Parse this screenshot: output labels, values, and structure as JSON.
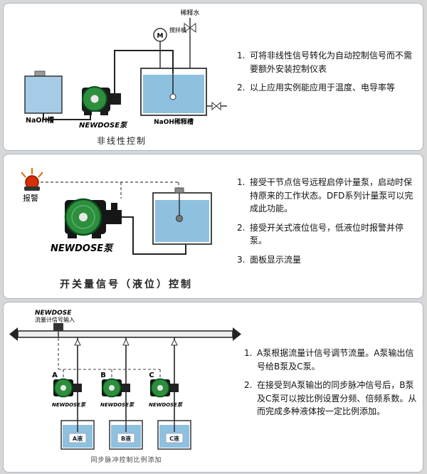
{
  "colors": {
    "water": "#8ec1e0",
    "water_light": "#a6cbe6",
    "pump_green": "#2d8e3e",
    "alarm_red": "#d83000",
    "panel_border": "#a9b7c7"
  },
  "panels": [
    {
      "caption": "非线性控制",
      "labels": {
        "dilution_water": "稀释水",
        "motor": "M",
        "mixer": "搅拌机",
        "tank_left": "NaOH槽",
        "pump": "NEWDOSE泵",
        "tank_right": "NaOH稀释槽"
      },
      "notes": [
        {
          "n": "1.",
          "t": "可将非线性信号转化为自动控制信号而不需要额外安装控制仪表"
        },
        {
          "n": "2.",
          "t": "以上应用实例能应用于温度、电导率等"
        }
      ]
    },
    {
      "caption": "开关量信号（液位）控制",
      "labels": {
        "alarm": "报警",
        "pump": "NEWDOSE泵"
      },
      "notes": [
        {
          "n": "1.",
          "t": "接受干节点信号远程启停计量泵，启动时保持原来的工作状态。DFD系列计量泵可以完成此功能。"
        },
        {
          "n": "2.",
          "t": "接受开关式液位信号，低液位时报警并停泵。"
        },
        {
          "n": "3.",
          "t": "面板显示流量"
        }
      ]
    },
    {
      "caption": "同步脉冲控制比例添加",
      "labels": {
        "brand": "NEWDOSE",
        "flowmeter_signal": "流量计信号输入",
        "pump_a": "A",
        "pump_b": "B",
        "pump_c": "C",
        "pump_name": "NEWDOSE泵",
        "tank_a": "A液",
        "tank_b": "B液",
        "tank_c": "C液"
      },
      "notes": [
        {
          "n": "1.",
          "t": "A泵根据流量计信号调节流量。A泵输出信号给B泵及C泵。"
        },
        {
          "n": "2.",
          "t": "在接受到A泵输出的同步脉冲信号后，B泵及C泵可以按比例设置分频、倍频系数。从而完成多种液体按一定比例添加。"
        }
      ]
    }
  ]
}
